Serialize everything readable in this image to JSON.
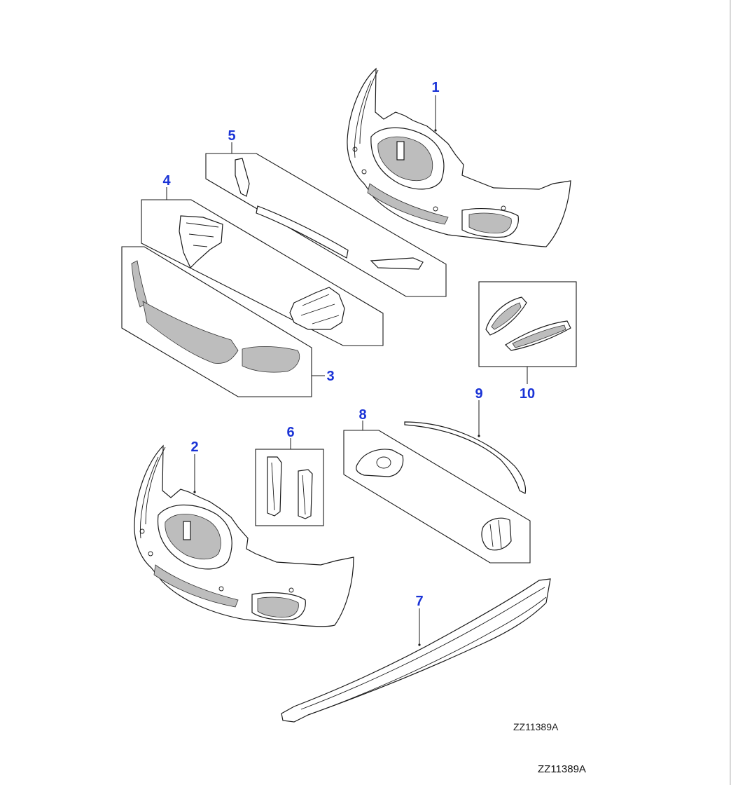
{
  "diagram": {
    "callouts": [
      {
        "id": "callout-1",
        "label": "1"
      },
      {
        "id": "callout-2",
        "label": "2"
      },
      {
        "id": "callout-3",
        "label": "3"
      },
      {
        "id": "callout-4",
        "label": "4"
      },
      {
        "id": "callout-5",
        "label": "5"
      },
      {
        "id": "callout-6",
        "label": "6"
      },
      {
        "id": "callout-7",
        "label": "7"
      },
      {
        "id": "callout-8",
        "label": "8"
      },
      {
        "id": "callout-9",
        "label": "9"
      },
      {
        "id": "callout-10",
        "label": "10"
      }
    ],
    "drawing_ref": "ZZ11389A",
    "page_ref": "ZZ11389A",
    "colors": {
      "callout": "#1a33d6",
      "line": "#1a1a1a",
      "mesh": "#bdbdbd",
      "background": "#ffffff"
    }
  }
}
